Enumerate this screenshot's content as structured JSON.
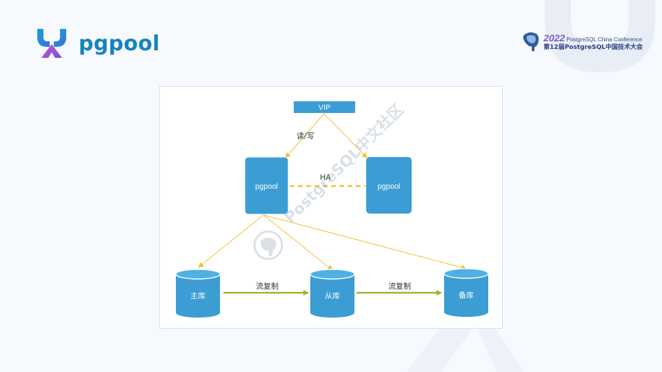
{
  "header": {
    "brand_name": "pgpool"
  },
  "conference": {
    "year": "2022",
    "title": "PostgreSQL China Conference",
    "subtitle": "第12届PostgreSQL中国技术大会"
  },
  "diagram": {
    "vip_label": "VIP",
    "pgpool_left_label": "pgpool",
    "pgpool_right_label": "pgpool",
    "rw_label": "读/写",
    "ha_label": "HA",
    "primary_label": "主库",
    "standby_label": "从库",
    "backup_label": "备库",
    "replication_label_1": "流复制",
    "replication_label_2": "流复制"
  },
  "watermark": {
    "text": "PostgreSQL中文社区"
  },
  "colors": {
    "node_blue": "#3b9dd4",
    "arrow_yellow": "#f2c02e",
    "replication_green": "#9db430",
    "brand_blue": "#1584be"
  }
}
